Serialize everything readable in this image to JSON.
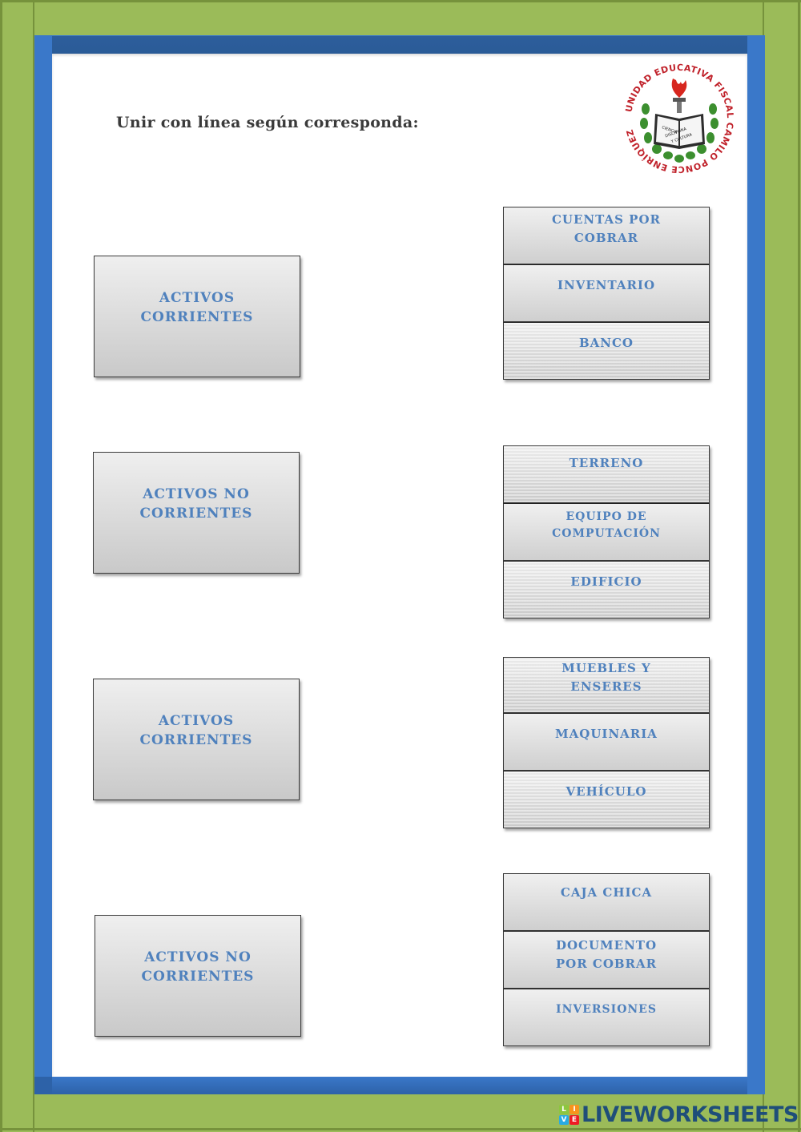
{
  "worksheet": {
    "instruction": "Unir con línea según corresponda:",
    "logo": {
      "ring_text": "UNIDAD EDUCATIVA FISCAL CAMILO PONCE ENRÍQUEZ",
      "book_text": [
        "CIENCIA",
        "DISCIPLINA",
        "Y CULTURA"
      ],
      "icon": "torch-book-laurel-icon"
    },
    "left_categories": [
      {
        "line1": "ACTIVOS",
        "line2": "CORRIENTES"
      },
      {
        "line1": "ACTIVOS NO",
        "line2": "CORRIENTES"
      },
      {
        "line1": "ACTIVOS",
        "line2": "CORRIENTES"
      },
      {
        "line1": "ACTIVOS NO",
        "line2": "CORRIENTES"
      }
    ],
    "right_groups": [
      {
        "items": [
          {
            "line1": "CUENTAS POR",
            "line2": "COBRAR"
          },
          {
            "line1": "INVENTARIO",
            "line2": ""
          },
          {
            "line1": "BANCO",
            "line2": ""
          }
        ]
      },
      {
        "items": [
          {
            "line1": "TERRENO",
            "line2": ""
          },
          {
            "line1": "EQUIPO DE",
            "line2": "COMPUTACIÓN"
          },
          {
            "line1": "EDIFICIO",
            "line2": ""
          }
        ]
      },
      {
        "items": [
          {
            "line1": "MUEBLES Y",
            "line2": "ENSERES"
          },
          {
            "line1": "MAQUINARIA",
            "line2": ""
          },
          {
            "line1": "VEHÍCULO",
            "line2": ""
          }
        ]
      },
      {
        "items": [
          {
            "line1": "CAJA CHICA",
            "line2": ""
          },
          {
            "line1": "DOCUMENTO",
            "line2": "POR COBRAR"
          },
          {
            "line1": "INVERSIONES",
            "line2": ""
          }
        ]
      }
    ]
  },
  "watermark": {
    "badge_letters": [
      "L",
      "I",
      "V",
      "E"
    ],
    "badge_colors": [
      "#8dc63f",
      "#f7941d",
      "#29abe2",
      "#ed1c24"
    ],
    "text": "LIVEWORKSHEETS"
  },
  "colors": {
    "outer_frame_green": "#9bbb59",
    "inner_frame_blue": "#3a78c9",
    "label_blue": "#4f81bd",
    "title_gray": "#3a3a3a"
  }
}
